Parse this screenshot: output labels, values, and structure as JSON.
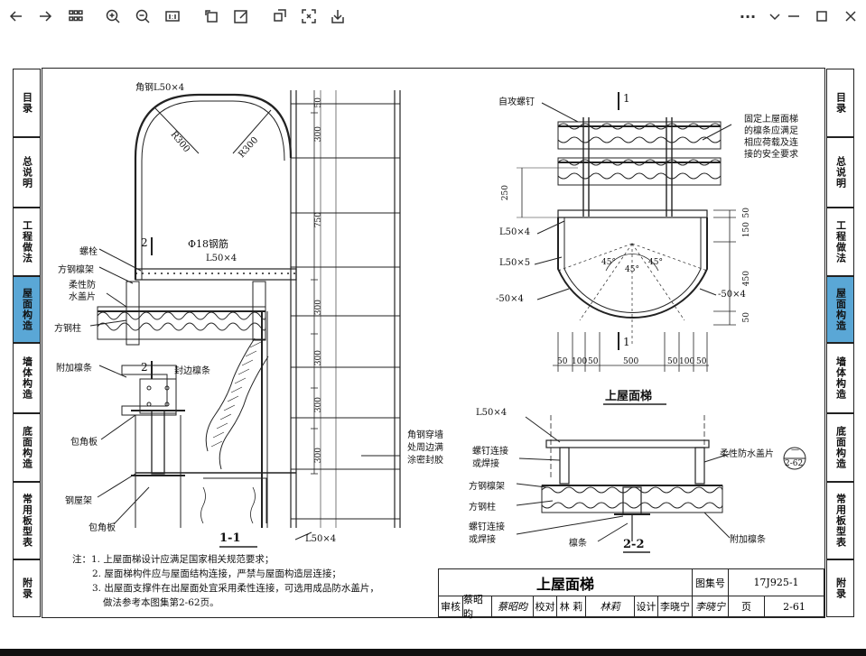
{
  "toolbar": {
    "buttons": [
      "back-icon",
      "forward-icon",
      "grid-icon",
      "zoom-in-icon",
      "zoom-out-icon",
      "actual-size-icon",
      "rotate-icon",
      "edit-icon",
      "crop-icon",
      "fit-icon",
      "save-icon"
    ],
    "more": "···"
  },
  "side_tabs": [
    {
      "label": "目录",
      "active": false
    },
    {
      "label": "总说明",
      "active": false
    },
    {
      "label": "工程做法",
      "active": false
    },
    {
      "label": "屋面构造",
      "active": true
    },
    {
      "label": "墙体构造",
      "active": false
    },
    {
      "label": "底面构造",
      "active": false
    },
    {
      "label": "常用板型表",
      "active": false
    },
    {
      "label": "附录",
      "active": false
    }
  ],
  "drawing": {
    "left": {
      "angle_steel_top": "角钢L50×4",
      "r300a": "R300",
      "r300b": "R300",
      "bolt": "螺栓",
      "sq_purlin": "方钢檩架",
      "flex_cover": "柔性防\n水盖片",
      "sq_column": "方钢柱",
      "extra_purlin": "附加檩条",
      "edge_purlin": "封边檩条",
      "corner_plate1": "包角板",
      "steel_frame": "钢屋架",
      "corner_plate2": "包角板",
      "rebar": "Φ18钢筋",
      "l50_mid": "L50×4",
      "sec_mark": "2",
      "sec_mark2": "2",
      "wall_note": "角钢穿墙\n处周边满\n涂密封胶",
      "l50_bottom": "L50×4",
      "section_title": "1-1",
      "dims": [
        "50",
        "300",
        "750",
        "300",
        "300",
        "300",
        "300"
      ]
    },
    "right": {
      "self_screw": "自攻螺钉",
      "fix_note": "固定上屋面梯\n的檩条应满足\n相应荷载及连\n接的安全要求",
      "l50x4": "L50×4",
      "l50x5": "L50×5",
      "flat50": "-50×4",
      "flat50r": "-50×4",
      "a45a": "45°",
      "a45b": "45°",
      "a45c": "45°",
      "dim250": "250",
      "dims_v": [
        "50",
        "150",
        "450",
        "50"
      ],
      "dims_h": [
        "50",
        "100",
        "50",
        "500",
        "50",
        "100",
        "50"
      ],
      "sec1": "1",
      "plan_title": "上屋面梯"
    },
    "detail22": {
      "l50": "L50×4",
      "screw_weld1": "螺钉连接\n或焊接",
      "sq_purlin": "方钢檩架",
      "sq_column": "方钢柱",
      "screw_weld2": "螺钉连接\n或焊接",
      "purlin": "檩条",
      "flex_cover": "柔性防水盖片",
      "extra_purlin": "附加檩条",
      "ref_top": "—",
      "ref_bottom": "2-62",
      "title": "2-2"
    }
  },
  "notes": [
    "注：1. 上屋面梯设计应满足国家相关规范要求；",
    "2. 屋面梯构件应与屋面结构连接，严禁与屋面构造层连接；",
    "3. 出屋面支撑件在出屋面处宜采用柔性连接，可选用成品防水盖片，",
    "做法参考本图集第2-62页。"
  ],
  "titleblock": {
    "title": "上屋面梯",
    "atlas_label": "图集号",
    "atlas_no": "17J925-1",
    "review_label": "审核",
    "reviewer": "蔡昭昀",
    "reviewer_sig": "蔡昭昀",
    "check_label": "校对",
    "checker": "林 莉",
    "checker_sig": "林莉",
    "design_label": "设计",
    "designer": "李晓宁",
    "designer_sig": "李晓宁",
    "page_label": "页",
    "page_no": "2-61"
  }
}
